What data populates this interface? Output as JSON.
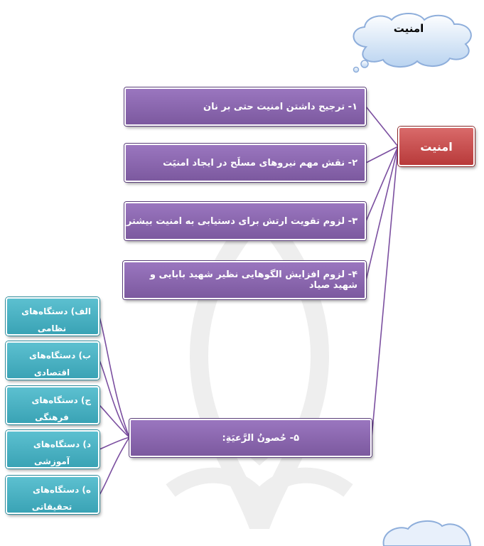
{
  "title_cloud": {
    "text": "امنیت"
  },
  "root": {
    "label": "امنیت",
    "color": "#c0504d"
  },
  "branches": [
    {
      "label": "۱- ترجیح داشتن امنیت حتی بر نان"
    },
    {
      "label": "۲- نقش مهم نیروهای مسلَح در ایجاد امنیَت"
    },
    {
      "label": "۳- لزوم تقویت ارتش برای دستیابی به امنیت بیشتر"
    },
    {
      "label": "۴- لزوم افزایش الگوهایی نظیر شهید بابایی و شهید صیاد"
    },
    {
      "label": "۵- حُصونُ الرَّعیَةِ:"
    }
  ],
  "sub_items": [
    {
      "line1": "الف) دستگاه‌های",
      "line2": "نظامی"
    },
    {
      "line1": "ب) دستگاه‌های",
      "line2": "اقتصادی"
    },
    {
      "line1": "ج) دستگاه‌های",
      "line2": "فرهنگی"
    },
    {
      "line1": "د) دستگاه‌های",
      "line2": "آموزشی"
    },
    {
      "line1": "ه) دستگاه‌های",
      "line2": "تحقیقاتی"
    }
  ],
  "colors": {
    "branch": "#8064a2",
    "sub": "#4bacc6",
    "connector": "#7b4fa0"
  }
}
